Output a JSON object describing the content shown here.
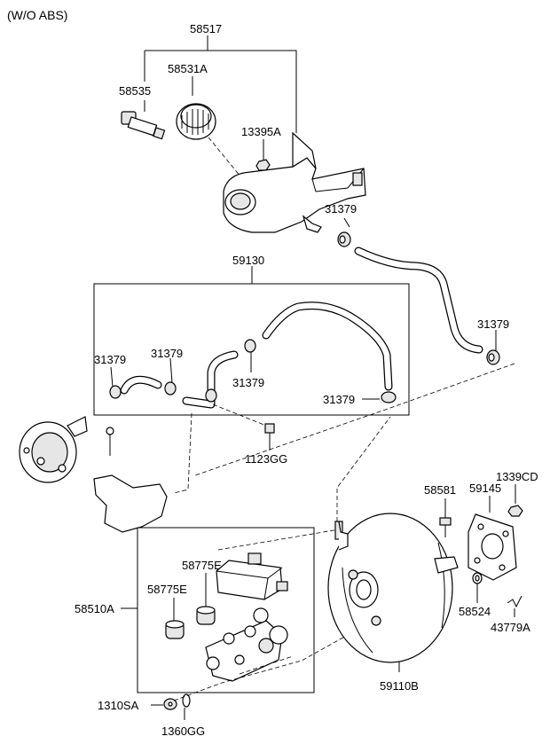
{
  "header": {
    "title": "(W/O ABS)"
  },
  "labels": {
    "p58517": "58517",
    "p58531A": "58531A",
    "p58535": "58535",
    "p13395A": "13395A",
    "p31379_tank": "31379",
    "p59130": "59130",
    "p31379_right": "31379",
    "p31379_left": "31379",
    "p31379_mid": "31379",
    "p31379_center": "31379",
    "p31379_lower": "31379",
    "p1123GG": "1123GG",
    "p58581": "58581",
    "p59145": "59145",
    "p1339CD": "1339CD",
    "p58775E_a": "58775E",
    "p58775E_b": "58775E",
    "p58510A": "58510A",
    "p58524": "58524",
    "p43779A": "43779A",
    "p59110B": "59110B",
    "p1310SA": "1310SA",
    "p1360GG": "1360GG"
  }
}
